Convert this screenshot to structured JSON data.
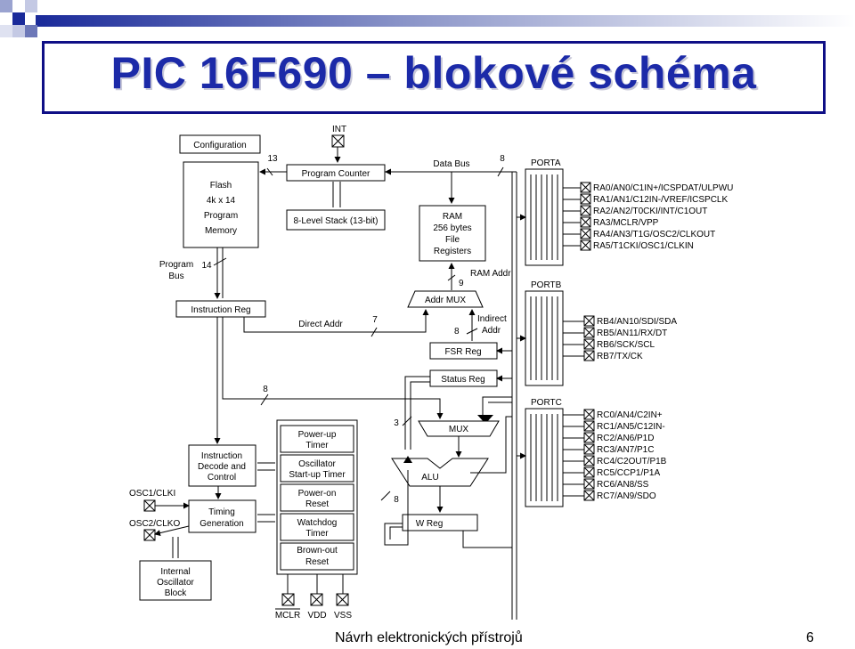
{
  "slide": {
    "title": "PIC 16F690 – blokové schéma",
    "footer": "Návrh elektronických přístrojů",
    "page_number": "6",
    "accent_color": "#1c2aa8",
    "frame_color": "#0f0f86"
  },
  "diagram": {
    "blocks": {
      "configuration": "Configuration",
      "flash": [
        "Flash",
        "4k x 14",
        "Program",
        "Memory"
      ],
      "program_counter": "Program Counter",
      "stack": "8-Level Stack (13-bit)",
      "ram": [
        "RAM",
        "256 bytes",
        "File",
        "Registers"
      ],
      "instruction_reg": "Instruction Reg",
      "addr_mux": "Addr MUX",
      "fsr_reg": "FSR Reg",
      "status_reg": "Status Reg",
      "mux": "MUX",
      "alu": "ALU",
      "w_reg": "W Reg",
      "instruction_decode": [
        "Instruction",
        "Decode and",
        "Control"
      ],
      "timing_generation": [
        "Timing",
        "Generation"
      ],
      "internal_oscillator": [
        "Internal",
        "Oscillator",
        "Block"
      ],
      "timers": [
        [
          "Power-up",
          "Timer"
        ],
        [
          "Oscillator",
          "Start-up Timer"
        ],
        [
          "Power-on",
          "Reset"
        ],
        [
          "Watchdog",
          "Timer"
        ],
        [
          "Brown-out",
          "Reset"
        ]
      ]
    },
    "labels": {
      "int": "INT",
      "data_bus": "Data Bus",
      "data_bus_width": "8",
      "program_bus": [
        "Program",
        "Bus"
      ],
      "program_bus_width": "14",
      "flash_pc_width": "13",
      "ram_addr": "RAM Addr",
      "ram_addr_width": "9",
      "direct_addr": "Direct Addr",
      "direct_addr_width": "7",
      "indirect_addr": [
        "Indirect",
        "Addr"
      ],
      "indirect_addr_width": "8",
      "literal_width": "8",
      "status_width": "3",
      "w_width": "8",
      "osc1": "OSC1/CLKI",
      "osc2": "OSC2/CLKO",
      "mclr": "MCLR",
      "vdd": "VDD",
      "vss": "VSS"
    },
    "ports": [
      {
        "name": "PORTA",
        "pins": [
          "RA0/AN0/C1IN+/ICSPDAT/ULPWU",
          "RA1/AN1/C12IN-/VREF/ICSPCLK",
          "RA2/AN2/T0CKI/INT/C1OUT",
          "RA3/MCLR/VPP",
          "RA4/AN3/T1G/OSC2/CLKOUT",
          "RA5/T1CKI/OSC1/CLKIN"
        ]
      },
      {
        "name": "PORTB",
        "pins": [
          "RB4/AN10/SDI/SDA",
          "RB5/AN11/RX/DT",
          "RB6/SCK/SCL",
          "RB7/TX/CK"
        ]
      },
      {
        "name": "PORTC",
        "pins": [
          "RC0/AN4/C2IN+",
          "RC1/AN5/C12IN-",
          "RC2/AN6/P1D",
          "RC3/AN7/P1C",
          "RC4/C2OUT/P1B",
          "RC5/CCP1/P1A",
          "RC6/AN8/SS",
          "RC7/AN9/SDO"
        ]
      }
    ]
  }
}
